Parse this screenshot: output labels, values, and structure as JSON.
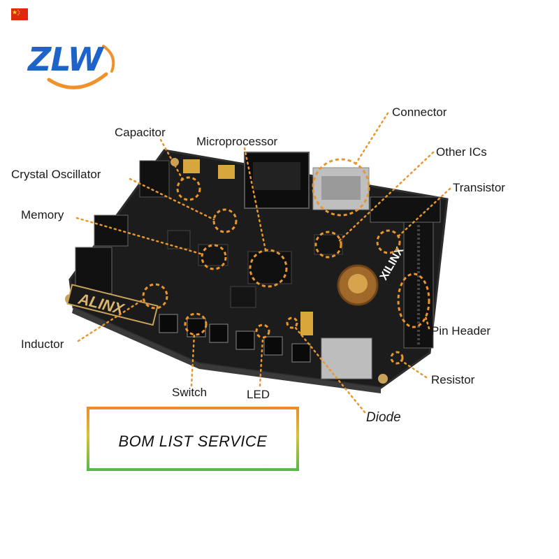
{
  "logo": {
    "text": "ZLW"
  },
  "labels": {
    "capacitor": "Capacitor",
    "microprocessor": "Microprocessor",
    "connector": "Connector",
    "crystal_oscillator": "Crystal Oscillator",
    "other_ics": "Other ICs",
    "transistor": "Transistor",
    "memory": "Memory",
    "inductor": "Inductor",
    "pin_header": "Pin Header",
    "resistor": "Resistor",
    "switch": "Switch",
    "led": "LED",
    "diode": "Diode"
  },
  "board": {
    "brand": "ALINX",
    "chip_brand": "XILINX"
  },
  "bom": {
    "text": "BOM LIST SERVICE"
  },
  "colors": {
    "logo_blue": "#1e63c8",
    "logo_orange": "#f0922b",
    "leader": "#e8962e",
    "pcb": "#1c1c1c"
  }
}
